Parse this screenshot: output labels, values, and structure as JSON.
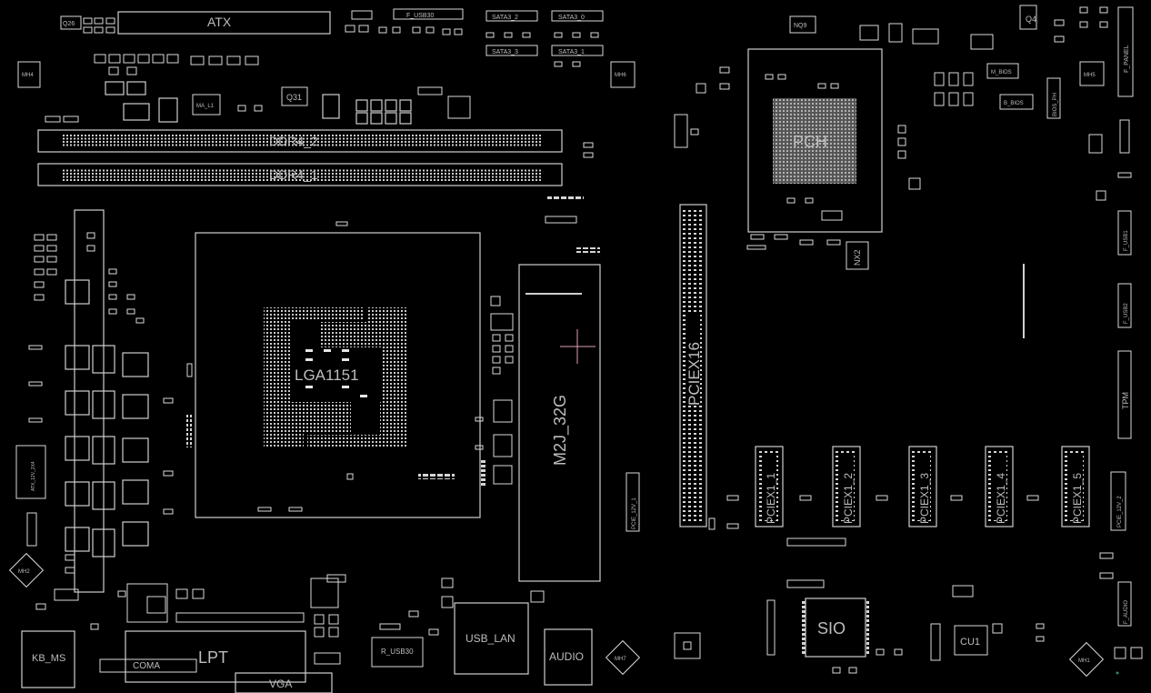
{
  "labels": {
    "atx": "ATX",
    "ddr4_2": "DDR4_2",
    "ddr4_1": "DDR4_1",
    "cpu_socket": "LGA1151",
    "m2": "M2J_32G",
    "pciex16": "PCIEX16",
    "pciex1_1": "PCIEX1_1",
    "pciex1_2": "PCIEX1_2",
    "pciex1_3": "PCIEX1_3",
    "pciex1_4": "PCIEX1_4",
    "pciex1_5": "PCIEX1_5",
    "pch": "PCH",
    "sio": "SIO",
    "cu1": "CU1",
    "kb_ms": "KB_MS",
    "coma": "COMA",
    "lpt": "LPT",
    "vga": "VGA",
    "usb_lan": "USB_LAN",
    "audio": "AUDIO",
    "r_usb30": "R_USB30",
    "f_usb30": "F_USB30",
    "sata3_2": "SATA3_2",
    "sata3_0": "SATA3_0",
    "sata3_3": "SATA3_3",
    "sata3_1": "SATA3_1",
    "q31": "Q31",
    "q4": "Q4",
    "nx2": "NX2",
    "nq9": "NQ9",
    "f_panel": "F_PANEL",
    "f_usb1": "F_USB1",
    "f_usb2": "F_USB2",
    "tpm": "TPM",
    "pcie_12v_1": "PCIE_12V_1",
    "pcie_12v_2": "PCIE_12V_2",
    "f_audio": "F_AUDIO",
    "m_bios": "M_BIOS",
    "b_bios": "B_BIOS",
    "bios_ph": "BIOS_PH",
    "atx_12v_2x4": "ATX_12V_2X4",
    "q26": "Q26",
    "mh4": "MH4",
    "mh6": "MH6",
    "mh5": "MH5",
    "mh2": "MH2",
    "mh7": "MH7",
    "mh1": "MH1",
    "ma_l1": "MA_L1"
  }
}
